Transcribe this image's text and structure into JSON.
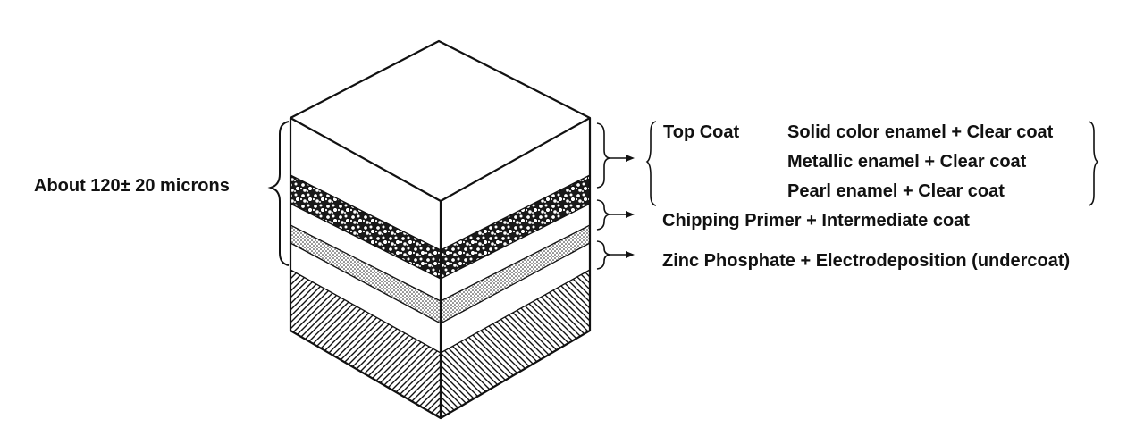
{
  "thickness_label": "About 120± 20 microns",
  "layers": {
    "top_coat": {
      "name": "Top Coat",
      "options": [
        "Solid color enamel + Clear coat",
        "Metallic enamel + Clear coat",
        "Pearl enamel + Clear coat"
      ]
    },
    "middle": "Chipping Primer + Intermediate coat",
    "under": "Zinc Phosphate + Electrodeposition (undercoat)"
  }
}
